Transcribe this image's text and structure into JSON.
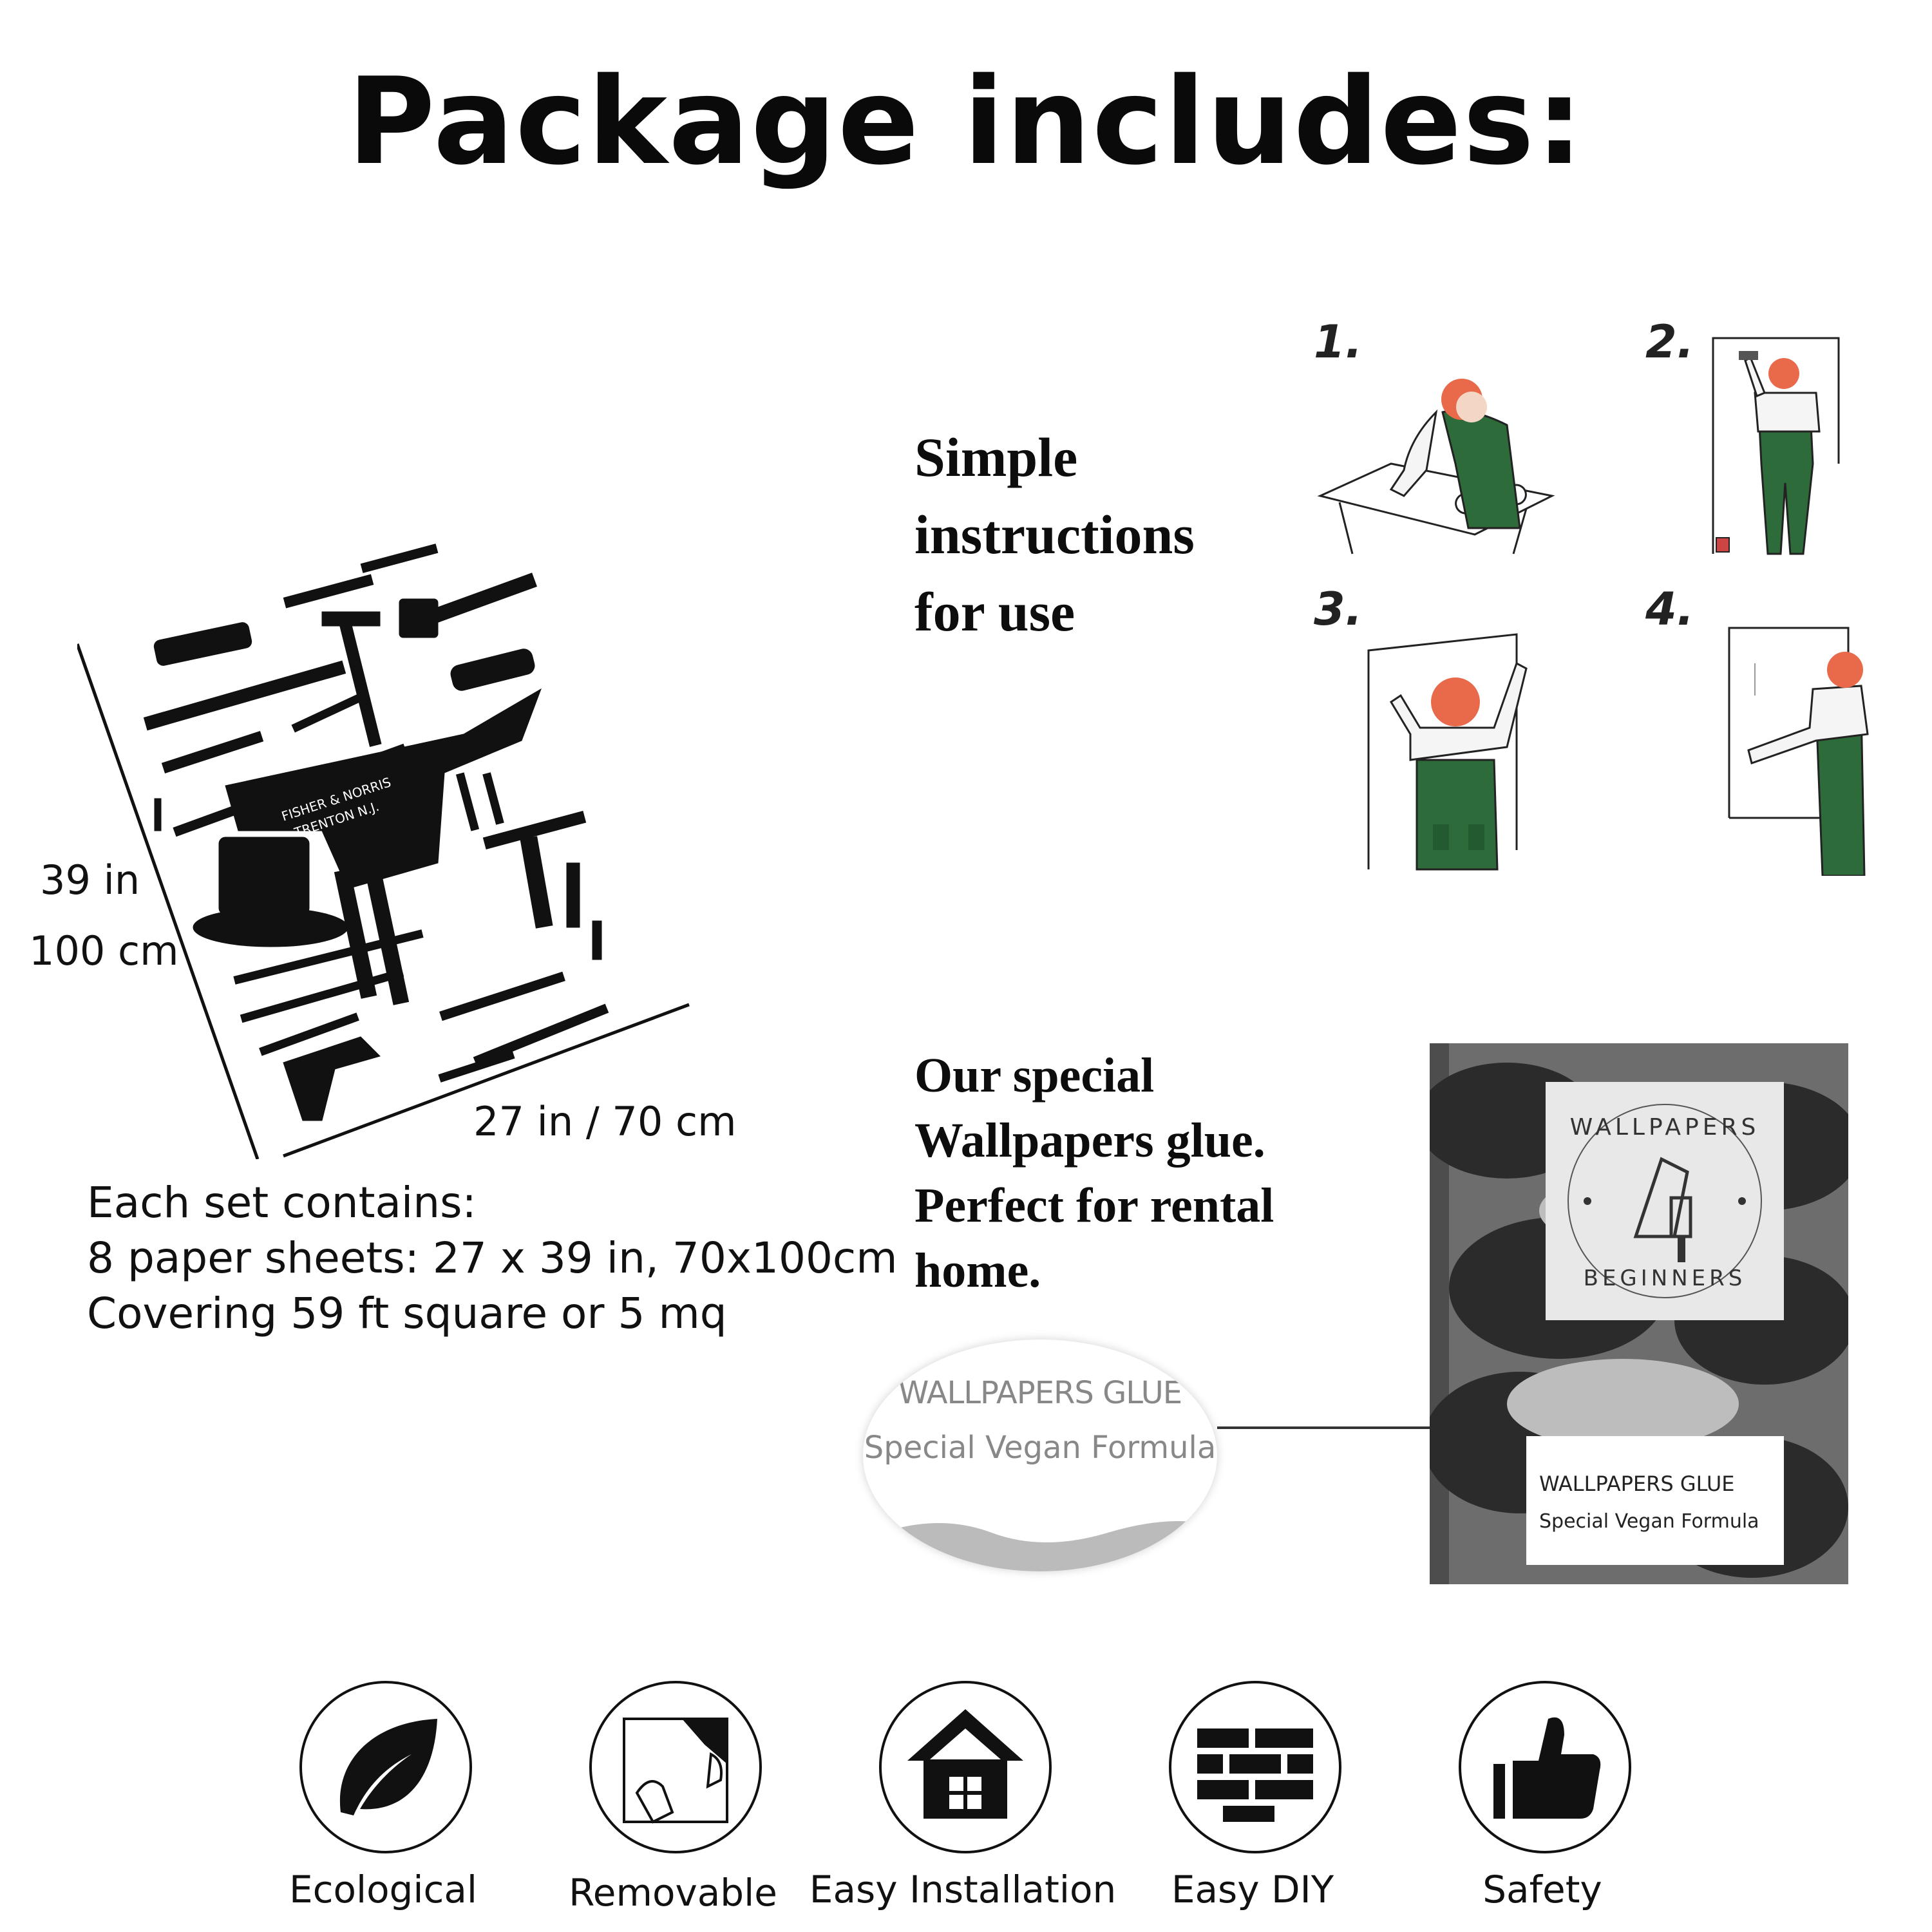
{
  "title": "Package includes:",
  "instructions": {
    "heading_lines": [
      "Simple",
      "instructions",
      "for use"
    ],
    "steps": [
      "1.",
      "2.",
      "3.",
      "4."
    ]
  },
  "sheet": {
    "dim_height_in": "39 in",
    "dim_height_cm": "100 cm",
    "dim_width": "27 in / 70 cm",
    "brand_text_1": "FISHER & NORRIS",
    "brand_text_2": "TRENTON N.J."
  },
  "set_info": {
    "line1": "Each set contains:",
    "line2": "8 paper sheets: 27 x 39 in, 70x100cm",
    "line3": "Covering 59 ft square or 5 mq"
  },
  "glue": {
    "heading_lines": [
      "Our special",
      "Wallpapers glue.",
      "Perfect for rental",
      "home."
    ],
    "zoom_line1": "WALLPAPERS GLUE",
    "zoom_line2": "Special Vegan Formula",
    "package_logo_top": "WALLPAPERS",
    "package_logo_bottom": "BEGINNERS",
    "package_label_1": "WALLPAPERS GLUE",
    "package_label_2": "Special Vegan Formula"
  },
  "features": [
    {
      "label": "Ecological",
      "icon": "leaf-icon"
    },
    {
      "label": "Removable",
      "icon": "peel-icon"
    },
    {
      "label": "Easy Installation",
      "icon": "house-icon"
    },
    {
      "label": "Easy DIY",
      "icon": "bricks-icon"
    },
    {
      "label": "Safety",
      "icon": "thumbs-up-icon"
    }
  ],
  "colors": {
    "overall_green": "#2e6b3a",
    "hair_orange": "#e96a4a",
    "text": "#111111"
  }
}
